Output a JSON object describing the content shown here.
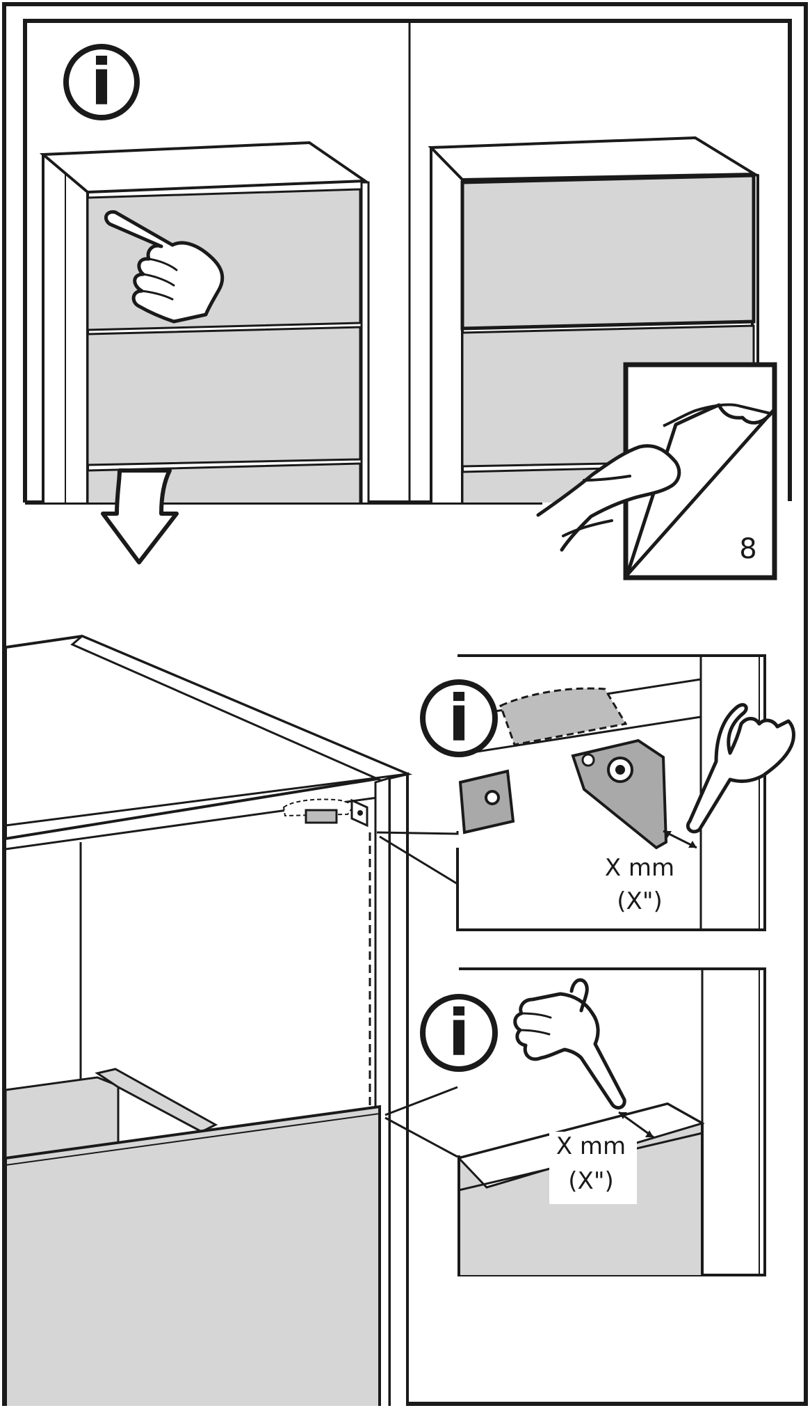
{
  "colors": {
    "line": "#1a1a1a",
    "panel": "#d6d6d6",
    "panel_dark": "#bdbdbd",
    "bracket": "#a9a9a9",
    "paper": "#ffffff"
  },
  "icons": {
    "info": "info-icon",
    "hand_point": "pointing-hand-icon",
    "hand_peel": "peeling-hand-icon",
    "arrow": "down-arrow-icon"
  },
  "labels": {
    "info_symbol": "i",
    "step_number": "8",
    "gap_top_mm": "X mm",
    "gap_top_in": "(X\")",
    "gap_bottom_mm": "X mm",
    "gap_bottom_in": "(X\")"
  }
}
